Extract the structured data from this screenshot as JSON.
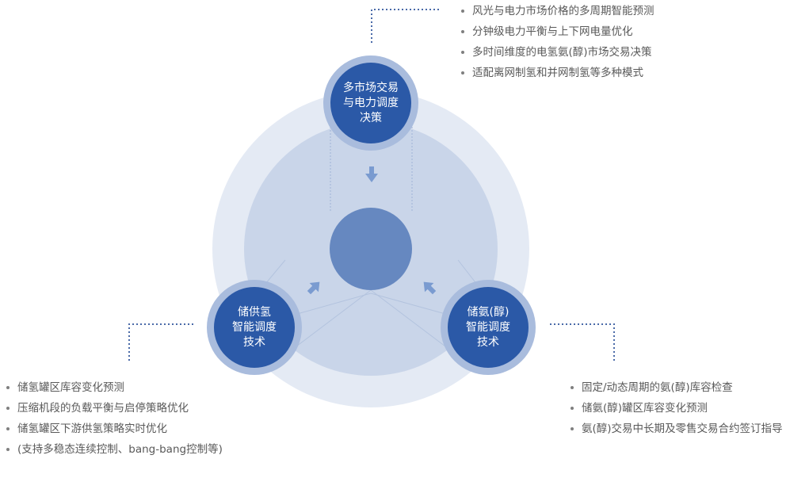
{
  "nodes": {
    "top": {
      "label": "多市场交易\n与电力调度\n决策"
    },
    "left": {
      "label": "储供氢\n智能调度\n技术"
    },
    "right": {
      "label": "储氨(醇)\n智能调度\n技术"
    }
  },
  "lists": {
    "top": [
      "风光与电力市场价格的多周期智能预测",
      "分钟级电力平衡与上下网电量优化",
      "多时间维度的电氢氨(醇)市场交易决策",
      "适配离网制氢和并网制氢等多种模式"
    ],
    "left": [
      "储氢罐区库容变化预测",
      "压缩机段的负载平衡与启停策略优化",
      "储氢罐区下游供氢策略实时优化",
      "(支持多稳态连续控制、bang-bang控制等)"
    ],
    "right": [
      "固定/动态周期的氨(醇)库容检查",
      "储氨(醇)罐区库容变化预测",
      "氨(醇)交易中长期及零售交易合约签订指导"
    ]
  },
  "colors": {
    "outer_ring": "#e4eaf4",
    "inner_disc": "#c9d5e9",
    "center_disc": "#6688c0",
    "node_halo": "#a9bcdd",
    "node_fill": "#2b59a7",
    "arrow": "#7a9bd0",
    "connector": "#4a6aa8"
  }
}
